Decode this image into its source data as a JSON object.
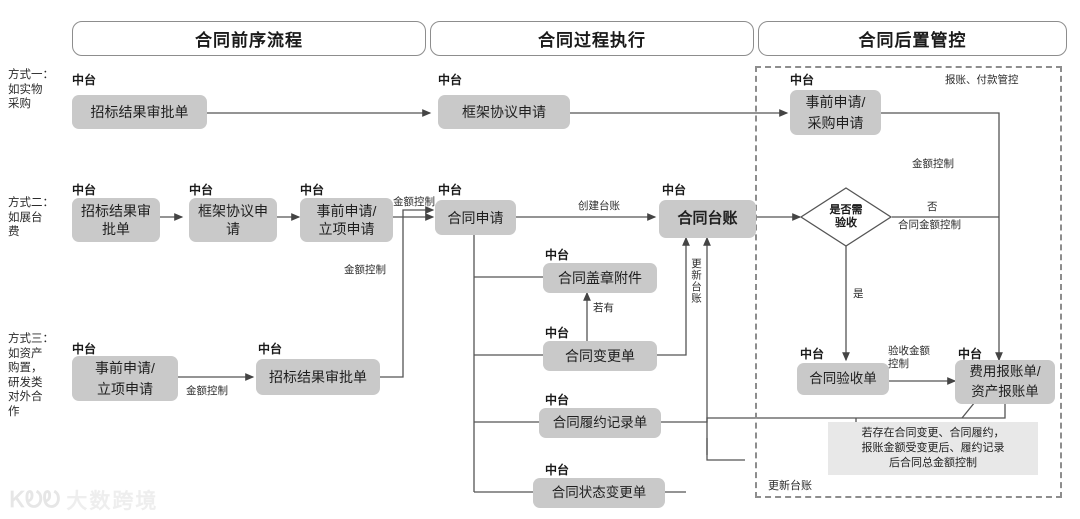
{
  "phases": [
    {
      "label": "合同前序流程"
    },
    {
      "label": "合同过程执行"
    },
    {
      "label": "合同后置管控"
    }
  ],
  "rows": [
    {
      "label": "方式一：\n如实物\n采购"
    },
    {
      "label": "方式二：\n如展台\n费"
    },
    {
      "label": "方式三：\n如资产\n购置，\n研发类\n对外合\n作"
    }
  ],
  "caption": "中台",
  "nodes": {
    "n1_bid_approval": "招标结果审批单",
    "n1_framework": "框架协议申请",
    "n1_pre_purchase": "事前申请/\n采购申请",
    "n2_bid_approval": "招标结果审\n批单",
    "n2_framework": "框架协议申\n请",
    "n2_pre_project": "事前申请/\n立项申请",
    "n2_contract_apply": "合同申请",
    "n2_contract_ledger": "合同台账",
    "n3_pre_project": "事前申请/\n立项申请",
    "n3_bid_approval": "招标结果审批单",
    "m_seal_attachment": "合同盖章附件",
    "m_change_order": "合同变更单",
    "m_performance_record": "合同履约记录单",
    "m_status_change": "合同状态变更单",
    "r_acceptance": "合同验收单",
    "r_reimbursement": "费用报账单/\n资产报账单"
  },
  "decision": {
    "label": "是否需\n验收",
    "yes": "是",
    "no": "否"
  },
  "edge_labels": {
    "amount_control": "金额控制",
    "amount_control_2": "金额控制",
    "amount_control_3": "金额控制",
    "amount_control_4": "金额控制",
    "create_ledger": "创建台账",
    "update_ledger_vertical": "更新台账",
    "if_exists": "若有",
    "reimburse_payment_control": "报账、付款管控",
    "contract_amount_control": "合同金额控制",
    "acceptance_amount_control": "验收金额\n控制",
    "update_ledger_foot": "更新台账"
  },
  "note": "若存在合同变更、合同履约，\n报账金额受变更后、履约记录\n后合同总金额控制",
  "watermark": {
    "mark": "ᏦᎧᎧ",
    "text": "大数跨境"
  },
  "colors": {
    "node_fill": "#c9c9c9",
    "note_fill": "#e8e8e8",
    "line": "#555555",
    "border": "#8d8d8d"
  }
}
